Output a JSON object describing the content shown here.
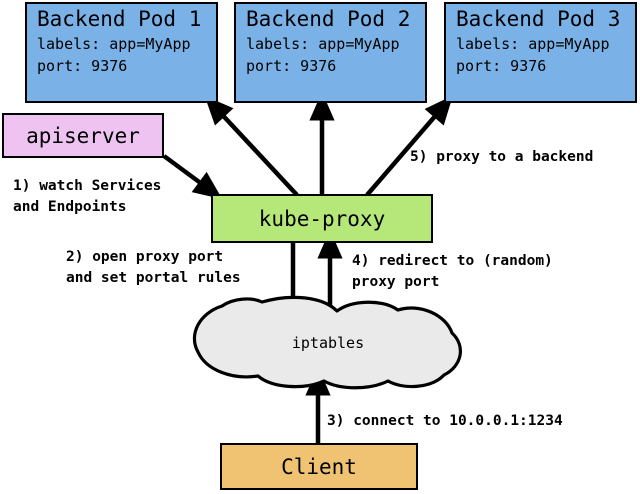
{
  "diagram": {
    "title": "kube-proxy service proxy flow",
    "background": "#ffffff",
    "stroke": "#000000"
  },
  "pods": [
    {
      "name": "Backend Pod 1",
      "labels": "labels: app=MyApp",
      "port": "port: 9376",
      "color": "#7ab2e8"
    },
    {
      "name": "Backend Pod 2",
      "labels": "labels: app=MyApp",
      "port": "port: 9376",
      "color": "#7ab2e8"
    },
    {
      "name": "Backend Pod 3",
      "labels": "labels: app=MyApp",
      "port": "port: 9376",
      "color": "#7ab2e8"
    }
  ],
  "nodes": {
    "apiserver": {
      "label": "apiserver",
      "color": "#eec3f2"
    },
    "kube_proxy": {
      "label": "kube-proxy",
      "color": "#b5e878"
    },
    "iptables": {
      "label": "iptables",
      "color": "#eaeaea"
    },
    "client": {
      "label": "Client",
      "color": "#efc372"
    }
  },
  "steps": [
    {
      "id": "step1",
      "line1": "1) watch Services",
      "line2": "and Endpoints"
    },
    {
      "id": "step2",
      "line1": "2) open proxy port",
      "line2": "and set portal rules"
    },
    {
      "id": "step3",
      "line1": "3) connect to 10.0.0.1:1234",
      "line2": ""
    },
    {
      "id": "step4",
      "line1": "4) redirect to (random)",
      "line2": "proxy port"
    },
    {
      "id": "step5",
      "line1": "5) proxy to a backend",
      "line2": ""
    }
  ]
}
